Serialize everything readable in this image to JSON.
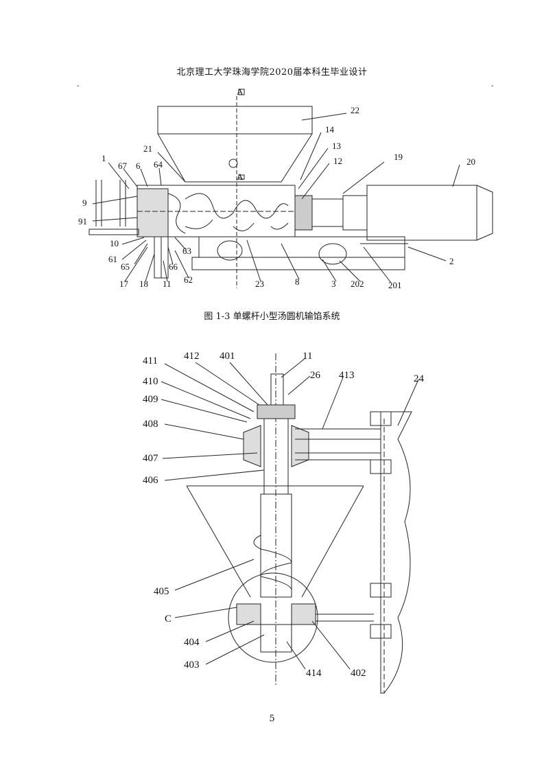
{
  "header": {
    "title": "北京理工大学珠海学院2020届本科生毕业设计",
    "left_mark": "-",
    "right_mark": "-"
  },
  "figure1": {
    "caption": "图 1-3 单螺杆小型汤圆机输馅系统",
    "section_marks": [
      "A",
      "A"
    ],
    "labels": [
      "22",
      "14",
      "13",
      "12",
      "19",
      "20",
      "21",
      "1",
      "67",
      "6",
      "64",
      "9",
      "91",
      "10",
      "61",
      "65",
      "17",
      "18",
      "11",
      "62",
      "66",
      "63",
      "23",
      "8",
      "3",
      "202",
      "201",
      "2"
    ]
  },
  "figure2": {
    "labels": [
      "411",
      "412",
      "401",
      "11",
      "26",
      "413",
      "24",
      "410",
      "409",
      "408",
      "407",
      "406",
      "405",
      "C",
      "404",
      "403",
      "414",
      "402"
    ]
  },
  "page_number": "5"
}
